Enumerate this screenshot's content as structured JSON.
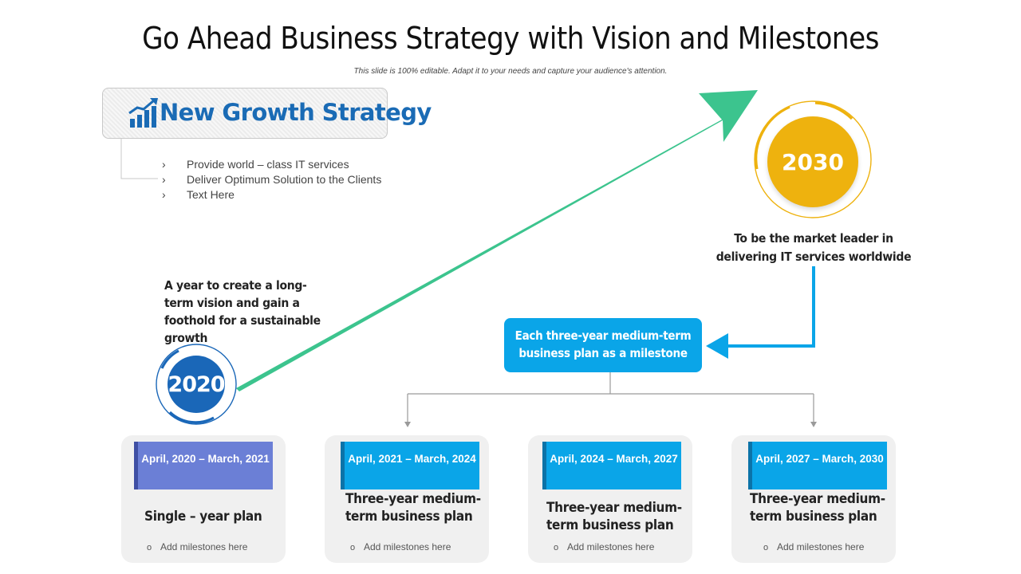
{
  "header": {
    "title": "Go Ahead Business Strategy with Vision and Milestones",
    "subtitle": "This slide is 100% editable. Adapt it to your needs and capture your audience's attention."
  },
  "strategy": {
    "title": "New Growth Strategy",
    "bullets": [
      "Provide world – class IT services",
      "Deliver Optimum Solution to the Clients",
      "Text Here"
    ],
    "bullet_glyph": "›"
  },
  "start": {
    "year": "2020",
    "description": "A year to create a long-term vision and gain a foothold for a sustainable growth"
  },
  "goal": {
    "year": "2030",
    "description": "To be the market leader in delivering IT services worldwide"
  },
  "milestone_label": "Each three-year medium-term business plan as a milestone",
  "plans": [
    {
      "dates": "April, 2020 – March, 2021",
      "title": "Single – year plan",
      "note": "Add milestones here"
    },
    {
      "dates": "April, 2021 – March, 2024",
      "title": "Three-year medium-term business plan",
      "note": "Add milestones here"
    },
    {
      "dates": "April, 2024 – March, 2027",
      "title": "Three-year medium-term business plan",
      "note": "Add milestones here"
    },
    {
      "dates": "April, 2027 – March, 2030",
      "title": "Three-year medium-term business plan",
      "note": "Add milestones here"
    }
  ],
  "note_glyph": "o",
  "colors": {
    "growth_arrow": "#3cc48e",
    "blue_accent": "#0aa5e8",
    "dark_blue": "#1a67b8",
    "gold": "#eeb20e",
    "purple": "#6b7fd6"
  },
  "icons": [
    "growth-chart-icon",
    "growth-arrow",
    "connector-arrow"
  ]
}
